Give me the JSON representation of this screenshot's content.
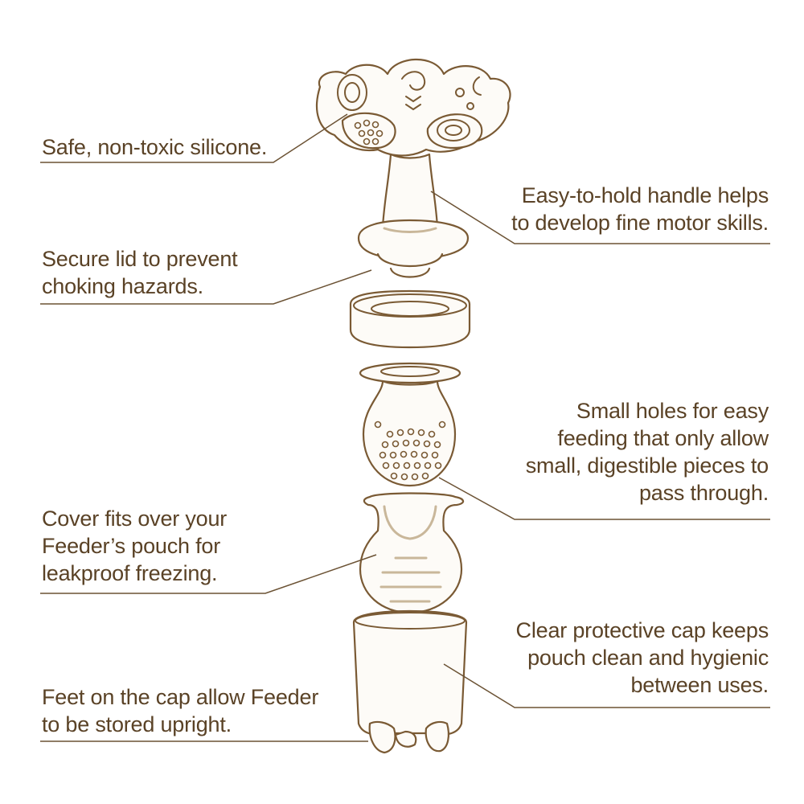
{
  "callouts": {
    "silicone": {
      "lines": [
        "Safe, non-toxic silicone."
      ]
    },
    "handle": {
      "lines": [
        "Easy-to-hold handle helps",
        "to develop fine motor skills."
      ]
    },
    "lid": {
      "lines": [
        "Secure lid to prevent",
        "choking hazards."
      ]
    },
    "holes": {
      "lines": [
        "Small holes for easy",
        "feeding that only allow",
        "small, digestible pieces to",
        "pass through."
      ]
    },
    "cover": {
      "lines": [
        "Cover fits over your",
        "Feeder’s pouch for",
        "leakproof freezing."
      ]
    },
    "cap": {
      "lines": [
        "Clear protective cap keeps",
        "pouch clean and hygienic",
        "between uses."
      ]
    },
    "feet": {
      "lines": [
        "Feet on the cap allow Feeder",
        "to be stored upright."
      ]
    }
  },
  "colors": {
    "text": "#5a4226",
    "line": "#7a5a34"
  }
}
